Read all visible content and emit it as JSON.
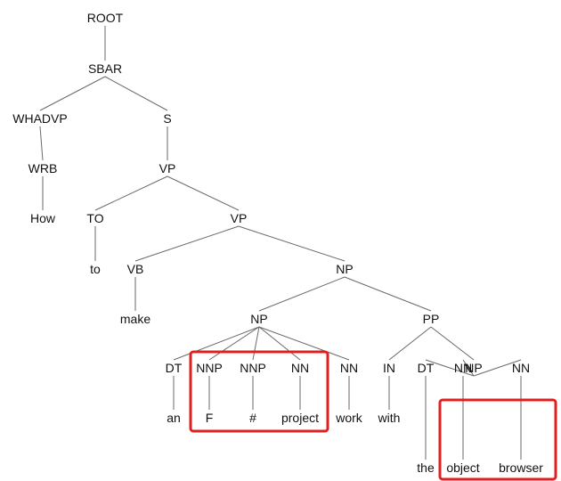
{
  "tree": {
    "nodes": [
      {
        "id": "root",
        "label": "ROOT"
      },
      {
        "id": "sbar",
        "label": "SBAR"
      },
      {
        "id": "whadvp",
        "label": "WHADVP"
      },
      {
        "id": "s",
        "label": "S"
      },
      {
        "id": "wrb",
        "label": "WRB"
      },
      {
        "id": "vp1",
        "label": "VP"
      },
      {
        "id": "how",
        "label": "How"
      },
      {
        "id": "to_tag",
        "label": "TO"
      },
      {
        "id": "vp2",
        "label": "VP"
      },
      {
        "id": "to_word",
        "label": "to"
      },
      {
        "id": "vb",
        "label": "VB"
      },
      {
        "id": "np1",
        "label": "NP"
      },
      {
        "id": "make",
        "label": "make"
      },
      {
        "id": "np2",
        "label": "NP"
      },
      {
        "id": "pp",
        "label": "PP"
      },
      {
        "id": "dt1",
        "label": "DT"
      },
      {
        "id": "nnp1",
        "label": "NNP"
      },
      {
        "id": "nnp2",
        "label": "NNP"
      },
      {
        "id": "nn1",
        "label": "NN"
      },
      {
        "id": "nn2",
        "label": "NN"
      },
      {
        "id": "in",
        "label": "IN"
      },
      {
        "id": "np3",
        "label": "NP"
      },
      {
        "id": "an",
        "label": "an"
      },
      {
        "id": "f",
        "label": "F"
      },
      {
        "id": "hash",
        "label": "#"
      },
      {
        "id": "project",
        "label": "project"
      },
      {
        "id": "work",
        "label": "work"
      },
      {
        "id": "with",
        "label": "with"
      },
      {
        "id": "dt2",
        "label": "DT"
      },
      {
        "id": "nn3",
        "label": "NN"
      },
      {
        "id": "nn4",
        "label": "NN"
      },
      {
        "id": "the",
        "label": "the"
      },
      {
        "id": "object",
        "label": "object"
      },
      {
        "id": "browser",
        "label": "browser"
      }
    ],
    "edges": [
      [
        "root",
        "sbar"
      ],
      [
        "sbar",
        "whadvp"
      ],
      [
        "sbar",
        "s"
      ],
      [
        "whadvp",
        "wrb"
      ],
      [
        "wrb",
        "how"
      ],
      [
        "s",
        "vp1"
      ],
      [
        "vp1",
        "to_tag"
      ],
      [
        "vp1",
        "vp2"
      ],
      [
        "to_tag",
        "to_word"
      ],
      [
        "vp2",
        "vb"
      ],
      [
        "vp2",
        "np1"
      ],
      [
        "vb",
        "make"
      ],
      [
        "np1",
        "np2"
      ],
      [
        "np1",
        "pp"
      ],
      [
        "np2",
        "dt1"
      ],
      [
        "np2",
        "nnp1"
      ],
      [
        "np2",
        "nnp2"
      ],
      [
        "np2",
        "nn1"
      ],
      [
        "np2",
        "nn2"
      ],
      [
        "dt1",
        "an"
      ],
      [
        "nnp1",
        "f"
      ],
      [
        "nnp2",
        "hash"
      ],
      [
        "nn1",
        "project"
      ],
      [
        "nn2",
        "work"
      ],
      [
        "pp",
        "in"
      ],
      [
        "pp",
        "np3"
      ],
      [
        "in",
        "with"
      ],
      [
        "np3",
        "dt2"
      ],
      [
        "np3",
        "nn3"
      ],
      [
        "np3",
        "nn4"
      ],
      [
        "dt2",
        "the"
      ],
      [
        "nn3",
        "object"
      ],
      [
        "nn4",
        "browser"
      ]
    ],
    "highlights": [
      {
        "name": "highlight-box-fsharp-project",
        "color": "#e02020"
      },
      {
        "name": "highlight-box-object-browser",
        "color": "#e02020"
      }
    ]
  }
}
